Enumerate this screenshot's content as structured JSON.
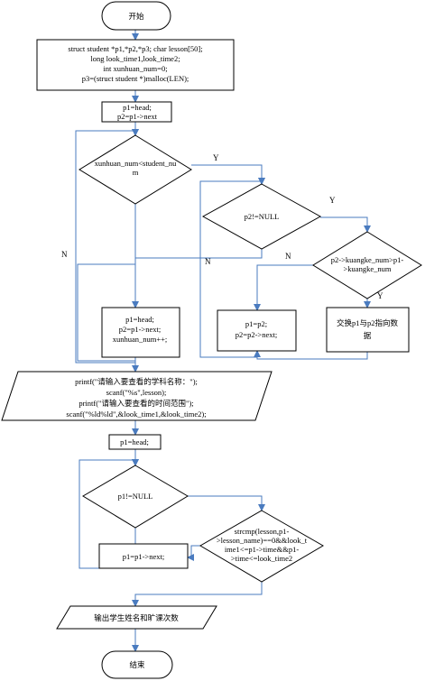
{
  "flowchart": {
    "start": "开始",
    "declare": [
      "struct student *p1,*p2,*p3; char lesson[50];",
      "long look_time1,look_time2;",
      "int xunhuan_num=0;",
      "p3=(struct student *)malloc(LEN);"
    ],
    "init1": [
      "p1=head;",
      "p2=p1->next"
    ],
    "cond_outer": [
      "xunhuan_num<student_nu",
      "m"
    ],
    "cond_p2": "p2!=NULL",
    "cond_kuangke": [
      "p2->kuangke_num>p1-",
      ">kuangke_num"
    ],
    "swap": [
      "交换p1与p2指向数",
      "据"
    ],
    "advance_p2": [
      "p1=p2;",
      "p2=p2->next;"
    ],
    "reset": [
      "p1=head;",
      "p2=p1->next;",
      "xunhuan_num++;"
    ],
    "input": [
      "printf(\"请输入要查看的学科名称：\");",
      "scanf(\"%s\",lesson);",
      "printf(\"请输入要查看的时间范围\");",
      "scanf(\"%ld%ld\",&look_time1,&look_time2);"
    ],
    "init2": "p1=head;",
    "cond_p1": "p1!=NULL",
    "advance_p1": "p1=p1->next;",
    "cond_match": [
      "strcmp(lesson,p1-",
      ">lesson_name)==0&&look_t",
      "ime1<=p1->time&&p1-",
      ">time<=look_time2"
    ],
    "output": "输出学生姓名和旷课次数",
    "end": "结束",
    "labels": {
      "y1": "Y",
      "n1": "N",
      "y2": "Y",
      "n2": "N",
      "n3": "N",
      "y3": "Y"
    }
  }
}
